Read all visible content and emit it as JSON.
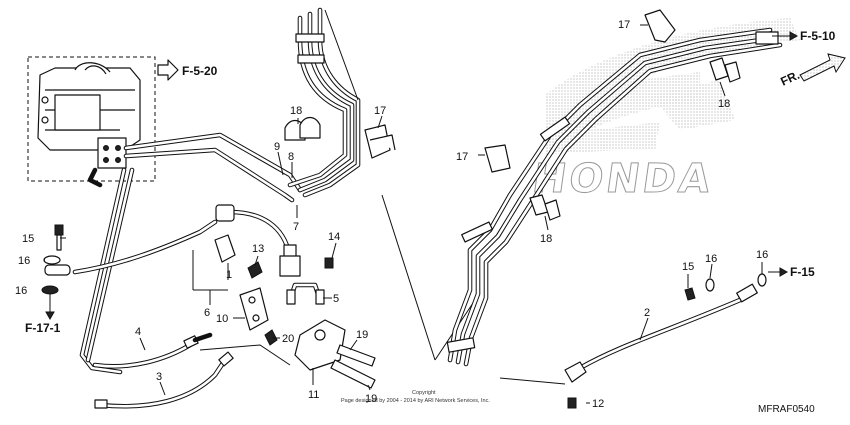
{
  "callouts": {
    "c1": "1",
    "c2": "2",
    "c3": "3",
    "c4": "4",
    "c5": "5",
    "c6": "6",
    "c7": "7",
    "c8": "8",
    "c9": "9",
    "c10": "10",
    "c11": "11",
    "c12": "12",
    "c13": "13",
    "c14": "14",
    "c15a": "15",
    "c15b": "15",
    "c16a": "16",
    "c16b": "16",
    "c16c": "16",
    "c16d": "16",
    "c17a": "17",
    "c17b": "17",
    "c17c": "17",
    "c18a": "18",
    "c18b": "18",
    "c18c": "18",
    "c19a": "19",
    "c19b": "19",
    "c20": "20"
  },
  "refs": {
    "f520": "F-5-20",
    "f510": "F-5-10",
    "f171": "F-17-1",
    "f15": "F-15",
    "fr": "FR."
  },
  "watermark": "HONDA",
  "copyright_line1": "Copyright",
  "copyright_line2": "Page designed by 2004 - 2014 by ARI Network Services, Inc.",
  "diagram_code": "MFRAF0540"
}
